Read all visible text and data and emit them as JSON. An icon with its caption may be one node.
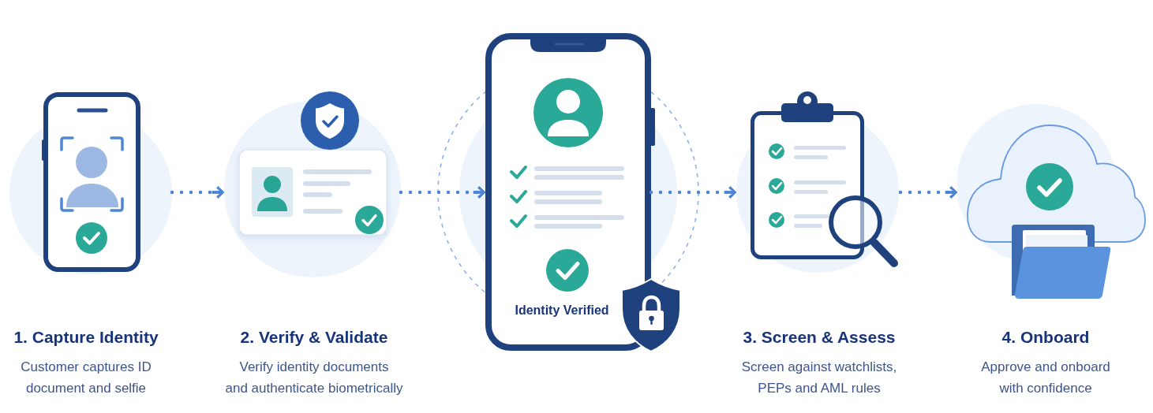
{
  "diagram": {
    "nodes": [
      {
        "text": [],
        "shape": "picture",
        "beside": [
          "1. Capture Identity",
          "Customer captures ID document and selfie"
        ]
      },
      {
        "text": [],
        "shape": "picture",
        "beside": [
          "2. Verify & Validate",
          "Verify identity documents and authenticate biometrically"
        ]
      },
      {
        "text": [
          "Identity Verified"
        ]
      },
      {
        "text": [],
        "shape": "picture",
        "beside": [
          "3. Screen & Assess",
          "Screen against watchlists, PEPs and AML rules"
        ]
      },
      {
        "text": [],
        "shape": "picture",
        "beside": [
          "4. Onboard",
          "Approve and onboard with confidence"
        ]
      }
    ],
    "edges": [
      {
        "from": 0,
        "to": 1,
        "arrow": "to",
        "style": "dashed"
      },
      {
        "from": 1,
        "to": 2,
        "arrow": "to",
        "style": "dashed"
      },
      {
        "from": 2,
        "to": 3,
        "arrow": "to",
        "style": "dashed"
      },
      {
        "from": 3,
        "to": 4,
        "arrow": "to",
        "style": "dashed"
      }
    ]
  }
}
